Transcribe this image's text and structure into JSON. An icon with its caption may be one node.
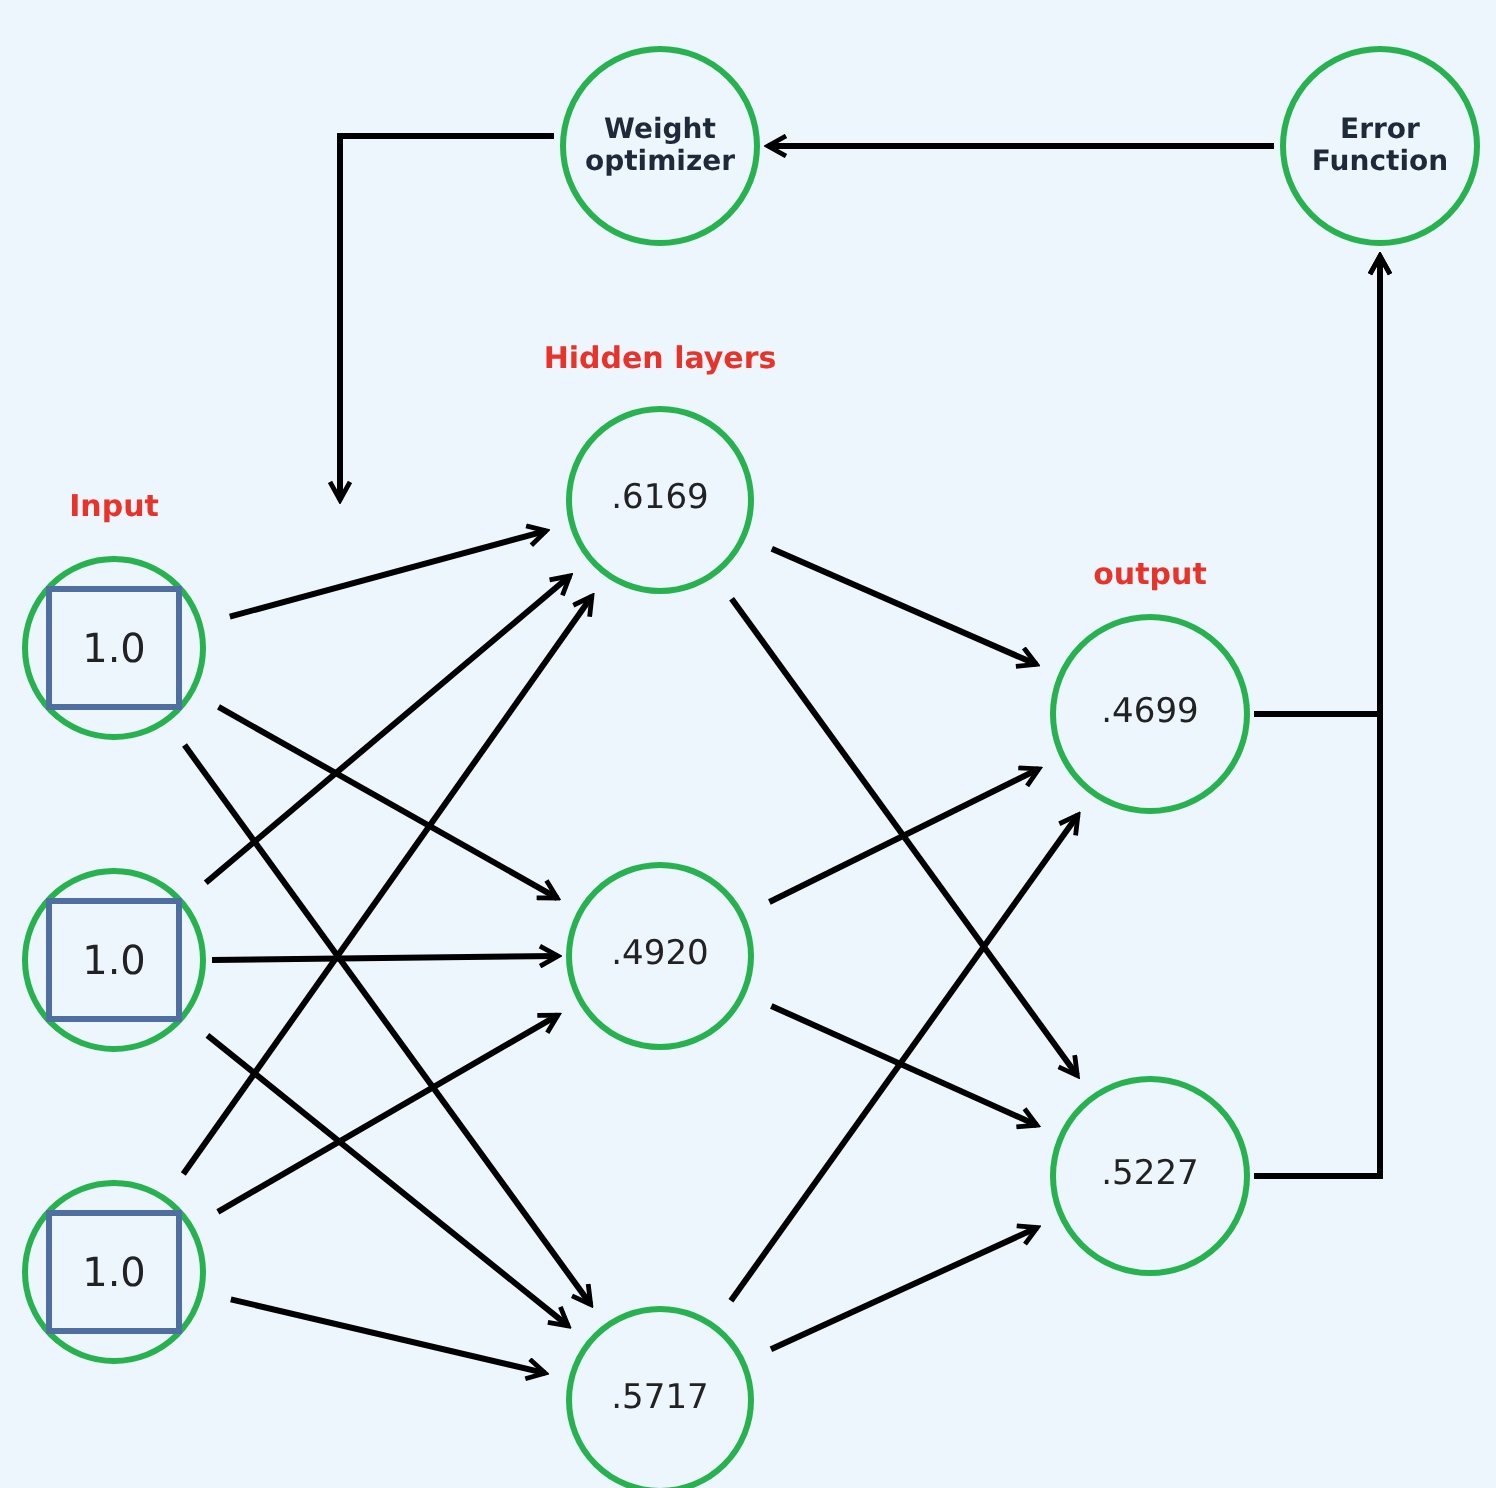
{
  "diagram": {
    "nodes": [
      {
        "text": [
          "Weight optimizer"
        ]
      },
      {
        "text": [
          "Error Function"
        ]
      },
      {
        "text": [],
        "shape": "circle"
      },
      {
        "text": [
          "1.0"
        ],
        "in": 2
      },
      {
        "text": [],
        "shape": "circle"
      },
      {
        "text": [
          "1.0"
        ],
        "in": 4
      },
      {
        "text": [],
        "shape": "circle"
      },
      {
        "text": [
          "1.0"
        ],
        "in": 6
      },
      {
        "text": [
          ".6169"
        ]
      },
      {
        "text": [
          ".4920"
        ]
      },
      {
        "text": [
          ".5717"
        ]
      },
      {
        "text": [
          ".4699"
        ]
      },
      {
        "text": [
          ".5227"
        ]
      }
    ],
    "edges": [
      {
        "from": 2,
        "to": 8,
        "arrow": "to"
      },
      {
        "from": 2,
        "to": 9,
        "arrow": "to"
      },
      {
        "from": 2,
        "to": 10,
        "arrow": "to"
      },
      {
        "from": 4,
        "to": 8,
        "arrow": "to"
      },
      {
        "from": 4,
        "to": 9,
        "arrow": "to"
      },
      {
        "from": 4,
        "to": 10,
        "arrow": "to"
      },
      {
        "from": 6,
        "to": 8,
        "arrow": "to"
      },
      {
        "from": 6,
        "to": 9,
        "arrow": "to"
      },
      {
        "from": 6,
        "to": 10,
        "arrow": "to"
      },
      {
        "from": 8,
        "to": 11,
        "arrow": "to"
      },
      {
        "from": 8,
        "to": 12,
        "arrow": "to"
      },
      {
        "from": 9,
        "to": 11,
        "arrow": "to"
      },
      {
        "from": 9,
        "to": 12,
        "arrow": "to"
      },
      {
        "from": 10,
        "to": 11,
        "arrow": "to"
      },
      {
        "from": 10,
        "to": 12,
        "arrow": "to"
      },
      {
        "from": 11,
        "to": 1,
        "arrow": "to"
      },
      {
        "from": 12,
        "to": 1,
        "arrow": "to"
      },
      {
        "from": 1,
        "to": 0,
        "arrow": "to"
      },
      {
        "from": 0,
        "to": null,
        "arrow": "to"
      }
    ],
    "labels": [
      "Hidden layers",
      "Input",
      "output"
    ]
  }
}
